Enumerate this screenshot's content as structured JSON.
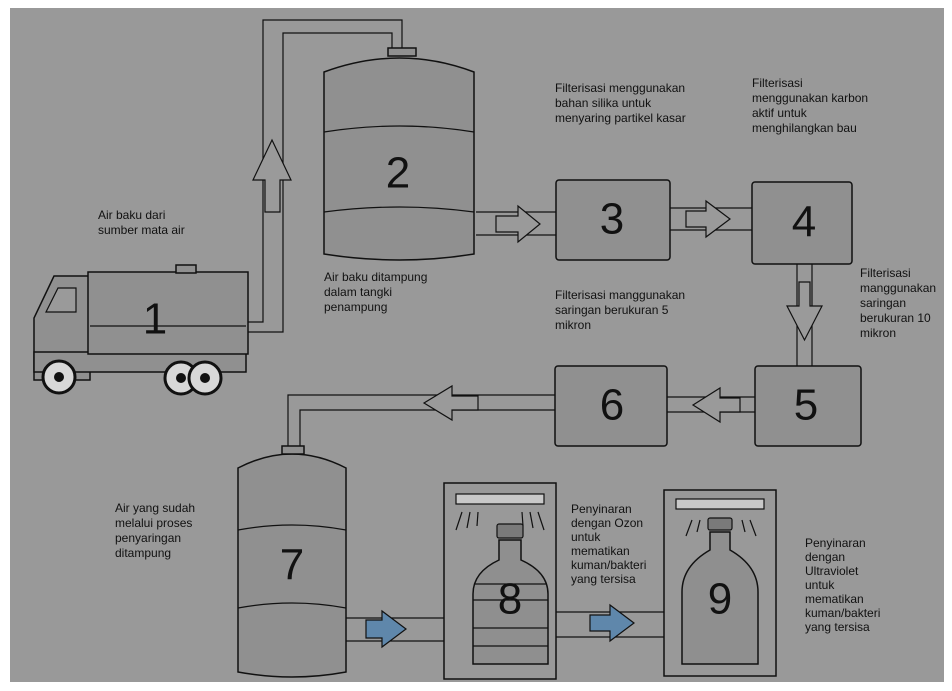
{
  "colors": {
    "background": "#999999",
    "component": "#909090",
    "outline": "#111111",
    "arrow_gray": "#9a9a9a",
    "arrow_blue": "#5f87ab",
    "bottle": "#8f8f8f"
  },
  "steps": {
    "s1": {
      "number": "1",
      "icon": "water-truck-icon",
      "caption": [
        "Air baku dari",
        "sumber mata air"
      ]
    },
    "s2": {
      "number": "2",
      "icon": "storage-tank-icon",
      "caption": [
        "Air baku ditampung",
        "dalam tangki",
        "penampung"
      ]
    },
    "s3": {
      "number": "3",
      "icon": "filter-box-icon",
      "caption": [
        "Filterisasi menggunakan",
        "bahan silika untuk",
        "menyaring partikel kasar"
      ]
    },
    "s4": {
      "number": "4",
      "icon": "filter-box-icon",
      "caption": [
        "Filterisasi",
        "menggunakan karbon",
        "aktif untuk",
        "menghilangkan bau"
      ]
    },
    "s5": {
      "number": "5",
      "icon": "filter-box-icon",
      "caption": [
        "Filterisasi",
        "manggunakan",
        "saringan",
        "berukuran 10",
        "mikron"
      ]
    },
    "s6": {
      "number": "6",
      "icon": "filter-box-icon",
      "caption": [
        "Filterisasi manggunakan",
        "saringan berukuran 5",
        "mikron"
      ]
    },
    "s7": {
      "number": "7",
      "icon": "storage-tank-icon",
      "caption": [
        "Air yang sudah",
        "melalui proses",
        "penyaringan",
        "ditampung"
      ]
    },
    "s8": {
      "number": "8",
      "icon": "ozone-lamp-bottle-icon",
      "caption": [
        "Penyinaran",
        "dengan Ozon",
        "untuk",
        "mematikan",
        "kuman/bakteri",
        "yang tersisa"
      ]
    },
    "s9": {
      "number": "9",
      "icon": "uv-lamp-bottle-icon",
      "caption": [
        "Penyinaran",
        "dengan",
        "Ultraviolet",
        "untuk",
        "mematikan",
        "kuman/bakteri",
        "yang tersisa"
      ]
    }
  }
}
